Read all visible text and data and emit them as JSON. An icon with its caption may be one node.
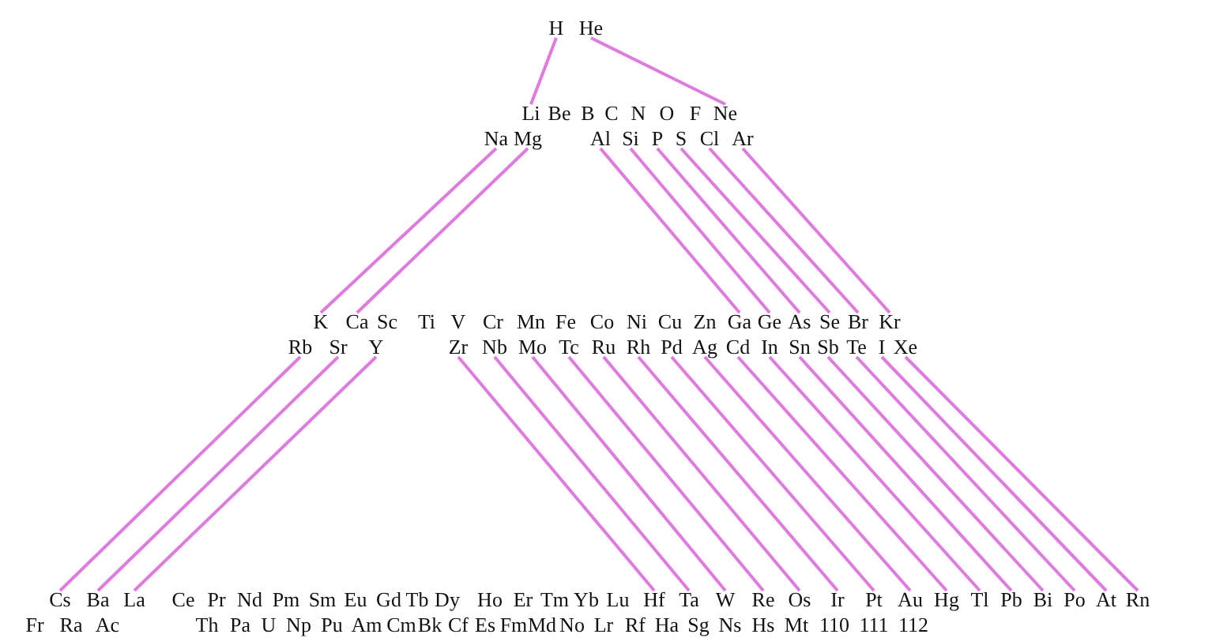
{
  "diagram": {
    "nodes": [
      {
        "text": [
          "H"
        ]
      },
      {
        "text": [
          "He"
        ]
      },
      {
        "text": [
          "Li"
        ]
      },
      {
        "text": [
          "Ne"
        ]
      },
      {
        "text": [
          "Na"
        ]
      },
      {
        "text": [
          "Mg"
        ]
      },
      {
        "text": [
          "Al"
        ]
      },
      {
        "text": [
          "Si"
        ]
      },
      {
        "text": [
          "P"
        ]
      },
      {
        "text": [
          "S"
        ]
      },
      {
        "text": [
          "Cl"
        ]
      },
      {
        "text": [
          "Ar"
        ]
      },
      {
        "text": [
          "K"
        ]
      },
      {
        "text": [
          "Ca"
        ]
      },
      {
        "text": [
          "Ga"
        ]
      },
      {
        "text": [
          "Ge"
        ]
      },
      {
        "text": [
          "As"
        ]
      },
      {
        "text": [
          "Se"
        ]
      },
      {
        "text": [
          "Br"
        ]
      },
      {
        "text": [
          "Kr"
        ]
      },
      {
        "text": [
          "Rb"
        ]
      },
      {
        "text": [
          "Sr"
        ]
      },
      {
        "text": [
          "Y"
        ]
      },
      {
        "text": [
          "Zr"
        ]
      },
      {
        "text": [
          "Nb"
        ]
      },
      {
        "text": [
          "Mo"
        ]
      },
      {
        "text": [
          "Tc"
        ]
      },
      {
        "text": [
          "Ru"
        ]
      },
      {
        "text": [
          "Rh"
        ]
      },
      {
        "text": [
          "Pd"
        ]
      },
      {
        "text": [
          "Ag"
        ]
      },
      {
        "text": [
          "Cd"
        ]
      },
      {
        "text": [
          "In"
        ]
      },
      {
        "text": [
          "Sn"
        ]
      },
      {
        "text": [
          "Sb"
        ]
      },
      {
        "text": [
          "Te"
        ]
      },
      {
        "text": [
          "I"
        ]
      },
      {
        "text": [
          "Xe"
        ]
      },
      {
        "text": [
          "Cs"
        ]
      },
      {
        "text": [
          "Ba"
        ]
      },
      {
        "text": [
          "La"
        ]
      },
      {
        "text": [
          "Hf"
        ]
      },
      {
        "text": [
          "Ta"
        ]
      },
      {
        "text": [
          "W"
        ]
      },
      {
        "text": [
          "Re"
        ]
      },
      {
        "text": [
          "Os"
        ]
      },
      {
        "text": [
          "Ir"
        ]
      },
      {
        "text": [
          "Pt"
        ]
      },
      {
        "text": [
          "Au"
        ]
      },
      {
        "text": [
          "Hg"
        ]
      },
      {
        "text": [
          "Tl"
        ]
      },
      {
        "text": [
          "Pb"
        ]
      },
      {
        "text": [
          "Bi"
        ]
      },
      {
        "text": [
          "Po"
        ]
      },
      {
        "text": [
          "At"
        ]
      },
      {
        "text": [
          "Rn"
        ]
      }
    ],
    "edges": [
      {
        "from": 0,
        "to": 2,
        "arrow": "none"
      },
      {
        "from": 1,
        "to": 3,
        "arrow": "none"
      },
      {
        "from": 4,
        "to": 12,
        "arrow": "none"
      },
      {
        "from": 5,
        "to": 13,
        "arrow": "none"
      },
      {
        "from": 6,
        "to": 14,
        "arrow": "none"
      },
      {
        "from": 7,
        "to": 15,
        "arrow": "none"
      },
      {
        "from": 8,
        "to": 16,
        "arrow": "none"
      },
      {
        "from": 9,
        "to": 17,
        "arrow": "none"
      },
      {
        "from": 10,
        "to": 18,
        "arrow": "none"
      },
      {
        "from": 11,
        "to": 19,
        "arrow": "none"
      },
      {
        "from": 20,
        "to": 38,
        "arrow": "none"
      },
      {
        "from": 21,
        "to": 39,
        "arrow": "none"
      },
      {
        "from": 22,
        "to": 40,
        "arrow": "none"
      },
      {
        "from": 23,
        "to": 41,
        "arrow": "none"
      },
      {
        "from": 24,
        "to": 42,
        "arrow": "none"
      },
      {
        "from": 25,
        "to": 43,
        "arrow": "none"
      },
      {
        "from": 26,
        "to": 44,
        "arrow": "none"
      },
      {
        "from": 27,
        "to": 45,
        "arrow": "none"
      },
      {
        "from": 28,
        "to": 46,
        "arrow": "none"
      },
      {
        "from": 29,
        "to": 47,
        "arrow": "none"
      },
      {
        "from": 30,
        "to": 48,
        "arrow": "none"
      },
      {
        "from": 31,
        "to": 49,
        "arrow": "none"
      },
      {
        "from": 32,
        "to": 50,
        "arrow": "none"
      },
      {
        "from": 33,
        "to": 51,
        "arrow": "none"
      },
      {
        "from": 34,
        "to": 52,
        "arrow": "none"
      },
      {
        "from": 35,
        "to": 53,
        "arrow": "none"
      },
      {
        "from": 36,
        "to": 54,
        "arrow": "none"
      },
      {
        "from": 37,
        "to": 55,
        "arrow": "none"
      }
    ],
    "labels": [
      "Be",
      "B",
      "C",
      "N",
      "O",
      "F",
      "Sc",
      "Ti",
      "V",
      "Cr",
      "Mn",
      "Fe",
      "Co",
      "Ni",
      "Cu",
      "Zn",
      "Ce",
      "Pr",
      "Nd",
      "Pm",
      "Sm",
      "Eu",
      "Gd",
      "Tb",
      "Dy",
      "Ho",
      "Er",
      "Tm",
      "Yb",
      "Lu",
      "Fr",
      "Ra",
      "Ac",
      "Th",
      "Pa",
      "U",
      "Np",
      "Pu",
      "Am",
      "Cm",
      "Bk",
      "Cf",
      "Es",
      "Fm",
      "Md",
      "No",
      "Lr",
      "Rf",
      "Ha",
      "Sg",
      "Ns",
      "Hs",
      "Mt",
      "110",
      "111",
      "112"
    ]
  }
}
